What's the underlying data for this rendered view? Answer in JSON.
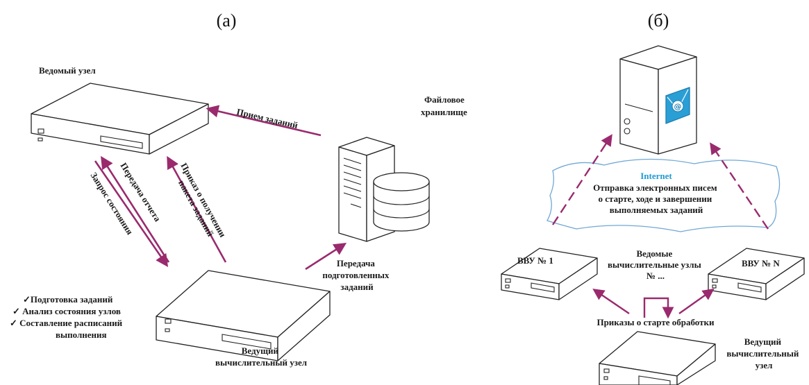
{
  "panel_a": {
    "caption": "(а)",
    "slave_node_label": "Ведомый узел",
    "file_storage_label": [
      "Файловое",
      "хранилище"
    ],
    "arrow_receive_tasks": "Прием заданий",
    "arrow_status_request": "Запрос состояния",
    "arrow_report_transfer": "Передача отчета",
    "arrow_package_receipt": [
      "Приказ о получении",
      "пакета заданий"
    ],
    "arrow_transfer_prepared": [
      "Передача",
      "подготовленных",
      "заданий"
    ],
    "checklist": [
      "✓Подготовка  заданий",
      "✓ Анализ состояния узлов",
      "✓ Составление расписаний",
      "выполнения"
    ],
    "master_node_label": [
      "Ведущий",
      "вычислительный узел"
    ]
  },
  "panel_b": {
    "caption": "(б)",
    "internet_label": "Internet",
    "email_text": [
      "Отправка электронных писем",
      "о старте, ходе и завершении",
      "выполняемых заданий"
    ],
    "node_1_label": "ВВУ № 1",
    "node_n_label": "ВВУ № N",
    "slave_nodes_label": [
      "Ведомые",
      "вычислительные узлы",
      "№ ..."
    ],
    "start_orders_label": "Приказы о старте обработки",
    "master_node_label": [
      "Ведущий",
      "вычислительный",
      "узел"
    ]
  },
  "colors": {
    "arrow": "#9a2a6e",
    "internet_text": "#1e9bd4",
    "cloud_border": "#6fa8d6",
    "mail_bg": "#2a9fd6",
    "outline": "#222222"
  }
}
